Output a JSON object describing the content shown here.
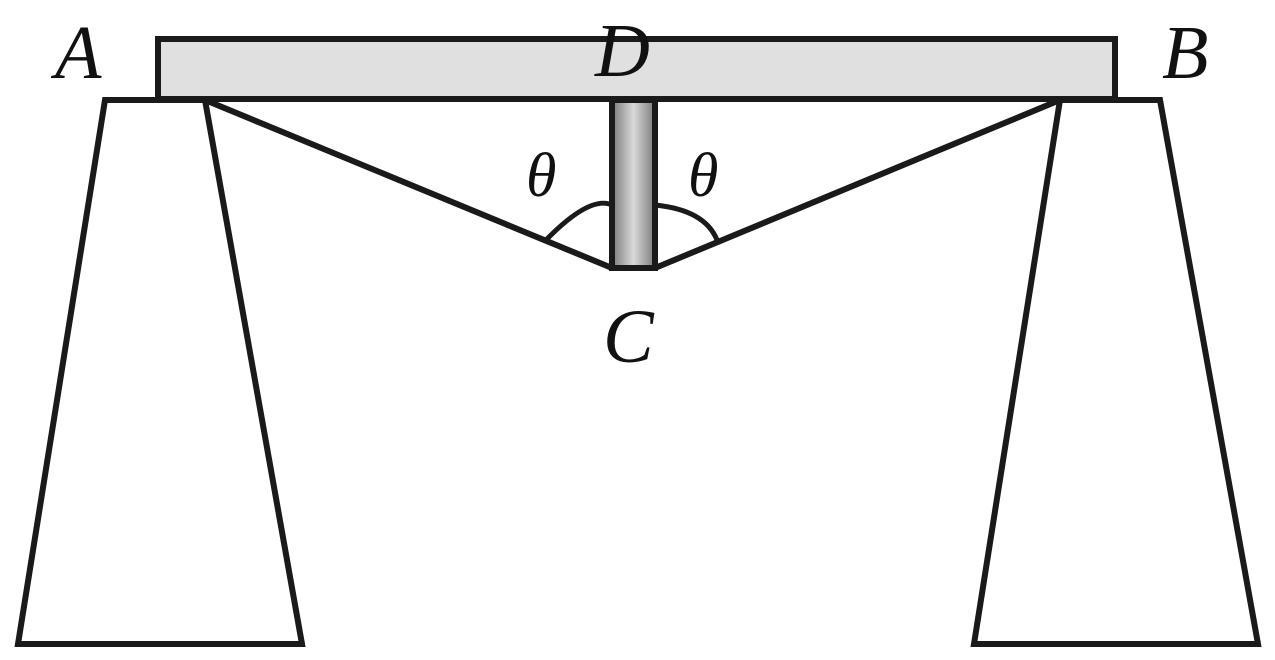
{
  "figure": {
    "points": {
      "A": "A",
      "B": "B",
      "C": "C",
      "D": "D"
    },
    "angles": {
      "left": "θ",
      "right": "θ"
    }
  }
}
